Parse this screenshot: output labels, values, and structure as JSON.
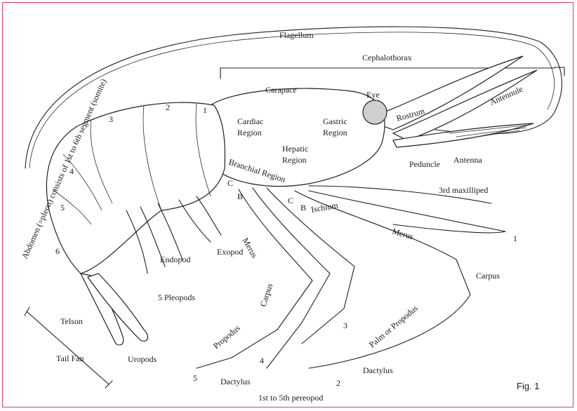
{
  "labels": {
    "flagellum": "Flagellum",
    "cephalothorax": "Cephalothorax",
    "abdomen": "Abdomen (=pleon) consists of 1st to 6th segment (somite)",
    "carapace": "Carapace",
    "eye": "Eye",
    "rostrum": "Rostrum",
    "antennule": "Antennule",
    "cardiac_region_1": "Cardiac",
    "cardiac_region_2": "Region",
    "gastric_region_1": "Gastric",
    "gastric_region_2": "Region",
    "hepatic_region_1": "Hepatic",
    "hepatic_region_2": "Region",
    "branchial_region": "Branchial Region",
    "peduncle": "Peduncle",
    "antenna": "Antenna",
    "maxilliped": "3rd maxilliped",
    "ischium": "Ischium",
    "merus_right": "Merus",
    "merus_left": "Merus",
    "carpus_right": "Carpus",
    "carpus_left": "Carpus",
    "palm_propodus": "Palm or Propodus",
    "propodus": "Propodus",
    "dactylus_left": "Dactylus",
    "dactylus_right": "Dactylus",
    "pereopods": "1st to 5th pereopod",
    "endopod": "Endopod",
    "exopod": "Exopod",
    "pleopods": "5 Pleopods",
    "telson": "Telson",
    "uropods": "Uropods",
    "tail_fan": "Tail Fan",
    "seg1": "1",
    "seg2": "2",
    "seg3": "3",
    "seg4": "4",
    "seg5": "5",
    "seg6": "6",
    "leg1": "1",
    "leg2": "2",
    "leg3": "3",
    "leg4": "4",
    "leg5": "5",
    "c1": "C",
    "b1": "B",
    "c2": "C",
    "b2": "B",
    "fig": "Fig. 1"
  },
  "colors": {
    "frame": "#e0405a",
    "ink": "#1f1f1f"
  }
}
